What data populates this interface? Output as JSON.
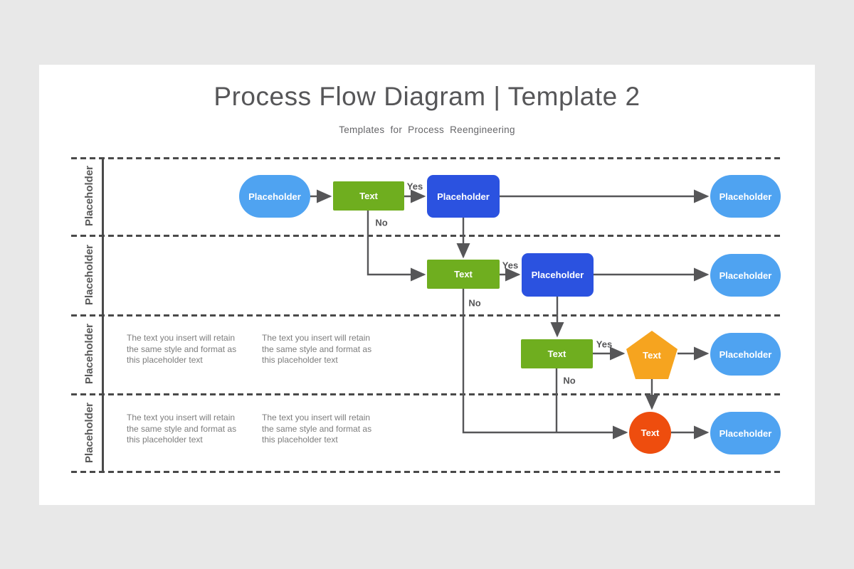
{
  "header": {
    "title": "Process Flow Diagram | Template 2",
    "subtitle": "Templates for Process Reengineering"
  },
  "lanes": [
    {
      "label": "Placeholder"
    },
    {
      "label": "Placeholder"
    },
    {
      "label": "Placeholder"
    },
    {
      "label": "Placeholder"
    }
  ],
  "edges": {
    "yes": "Yes",
    "no": "No"
  },
  "nodes": {
    "start": "Placeholder",
    "decision1": "Text",
    "process1": "Placeholder",
    "end1": "Placeholder",
    "decision2": "Text",
    "process2": "Placeholder",
    "end2": "Placeholder",
    "decision3": "Text",
    "pentagon": "Text",
    "end3": "Placeholder",
    "circle": "Text",
    "end4": "Placeholder"
  },
  "placeholder_text": "The text you insert will retain the same style and format as this placeholder text",
  "colors": {
    "background": "#e8e8e8",
    "card": "#ffffff",
    "stadium_blue": "#4fa3f1",
    "process_blue": "#2b52e0",
    "decision_green": "#6fae1f",
    "pentagon_orange": "#f6a41f",
    "circle_red": "#ee4d0e",
    "connector_gray": "#565658",
    "title_gray": "#565658"
  }
}
